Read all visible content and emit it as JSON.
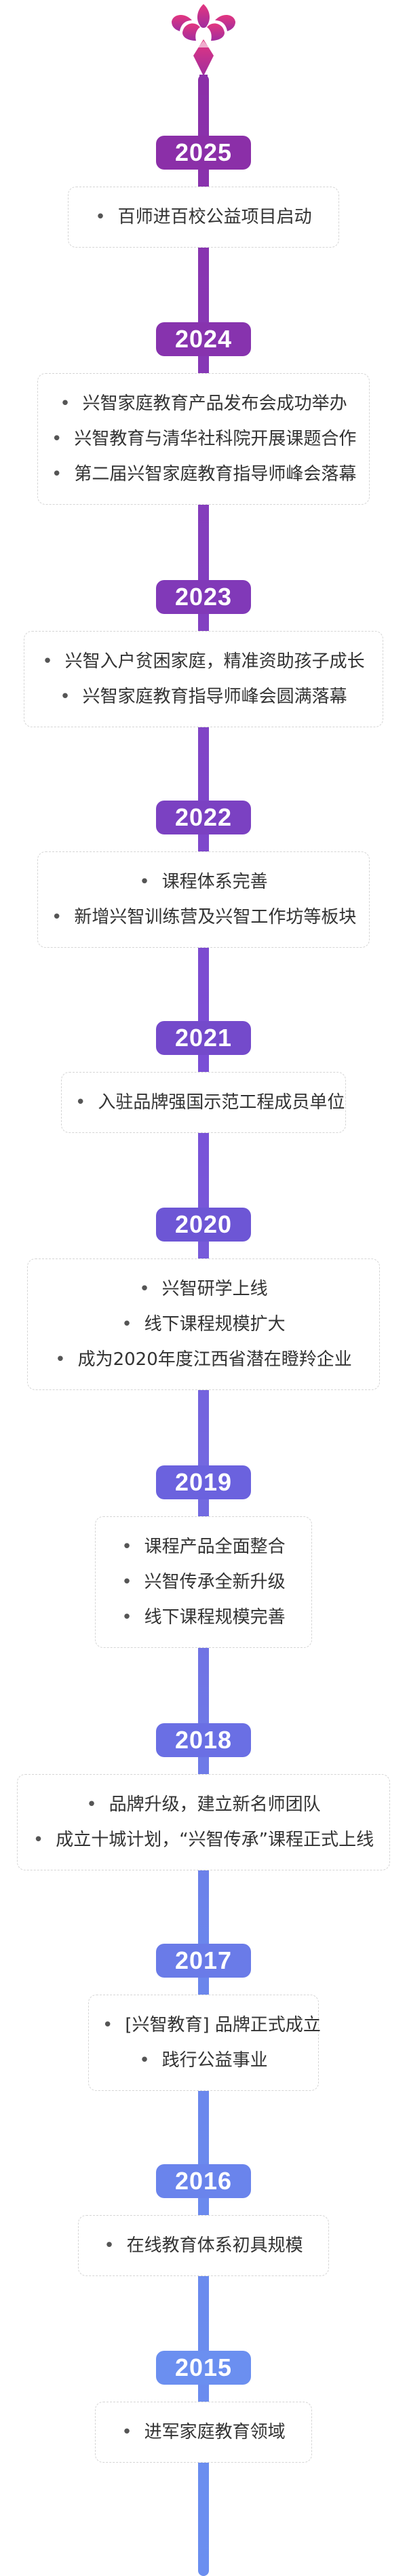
{
  "colors": {
    "badge_top": "#8b2fa8",
    "badge_bottom": "#6b8ff0",
    "text": "#333333",
    "card_border": "#d5d5d5"
  },
  "logo": {
    "icon": "lotus-logo-icon"
  },
  "timeline": [
    {
      "year": "2025",
      "items": [
        "百师进百校公益项目启动"
      ]
    },
    {
      "year": "2024",
      "items": [
        "兴智家庭教育产品发布会成功举办",
        "兴智教育与清华社科院开展课题合作",
        "第二届兴智家庭教育指导师峰会落幕"
      ]
    },
    {
      "year": "2023",
      "items": [
        "兴智入户贫困家庭，精准资助孩子成长",
        "兴智家庭教育指导师峰会圆满落幕"
      ]
    },
    {
      "year": "2022",
      "items": [
        "课程体系完善",
        "新增兴智训练营及兴智工作坊等板块"
      ]
    },
    {
      "year": "2021",
      "items": [
        "入驻品牌强国示范工程成员单位"
      ]
    },
    {
      "year": "2020",
      "items": [
        "兴智研学上线",
        "线下课程规模扩大",
        "成为2020年度江西省潜在瞪羚企业"
      ]
    },
    {
      "year": "2019",
      "items": [
        "课程产品全面整合",
        "兴智传承全新升级",
        "线下课程规模完善"
      ]
    },
    {
      "year": "2018",
      "items": [
        "品牌升级，建立新名师团队",
        "成立十城计划，“兴智传承”课程正式上线"
      ]
    },
    {
      "year": "2017",
      "items": [
        "[兴智教育] 品牌正式成立",
        "践行公益事业"
      ]
    },
    {
      "year": "2016",
      "items": [
        "在线教育体系初具规模"
      ]
    },
    {
      "year": "2015",
      "items": [
        "进军家庭教育领域"
      ]
    }
  ]
}
